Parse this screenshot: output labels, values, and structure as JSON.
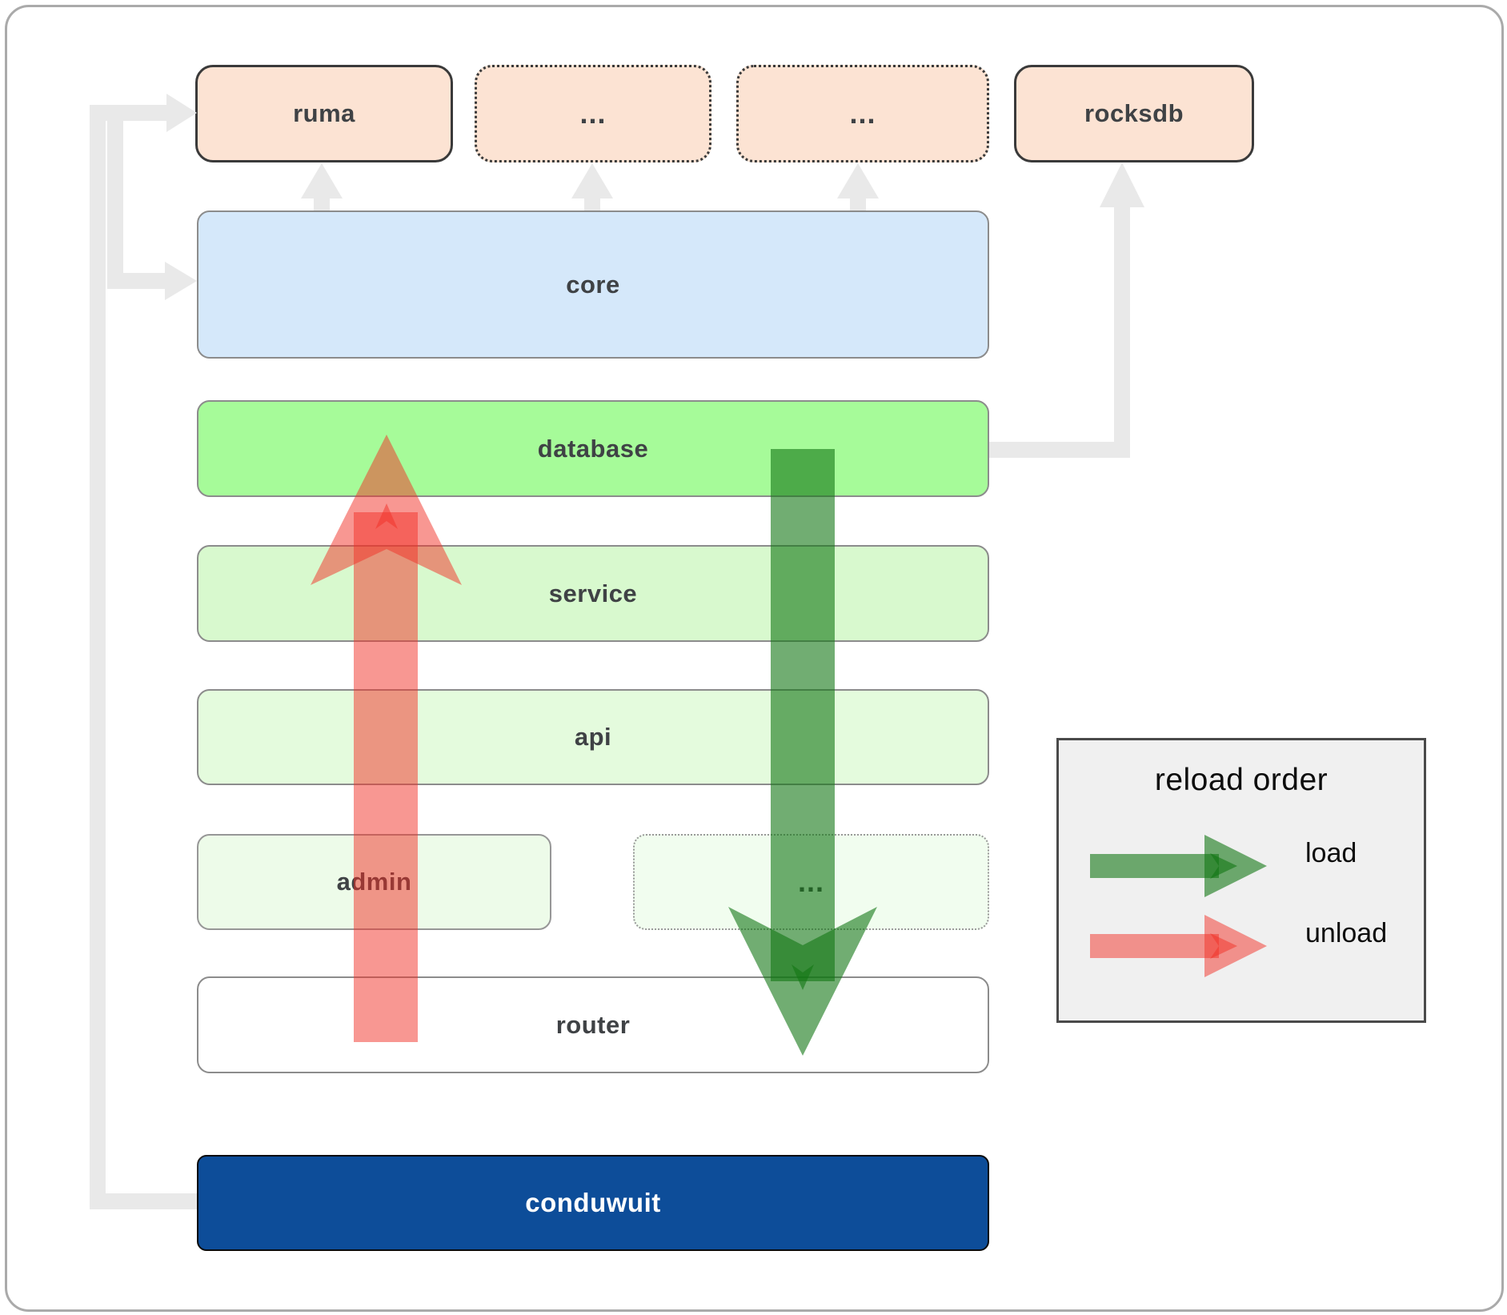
{
  "nodes": {
    "ruma": "ruma",
    "ext_top_1": "...",
    "ext_top_2": "...",
    "rocksdb": "rocksdb",
    "core": "core",
    "database": "database",
    "service": "service",
    "api": "api",
    "admin": "admin",
    "ext_admin": "...",
    "router": "router",
    "app": "conduwuit"
  },
  "legend": {
    "title": "reload order",
    "load_label": "load",
    "unload_label": "unload"
  },
  "colors": {
    "canvas-border": "#aaaaaa",
    "peach": "#fce3d3",
    "node-border-dark": "#3a3a3a",
    "layer-border": "#8c8c8c",
    "core-blue": "#d5e8fa",
    "db-green": "#a6fb99",
    "service-green": "#d8f9ce",
    "api-green": "#e4fbdd",
    "admin-green": "#edfbe9",
    "ext-green": "#f1fdef",
    "router-white": "#ffffff",
    "app-navy": "#0d4d99",
    "label": "#3f4245",
    "connector": "#e9e9e9",
    "arrow-red": "rgba(242,48,38,0.5)",
    "arrow-green": "rgba(18,118,20,0.6)",
    "legend-bg": "#f0f0f0",
    "legend-border": "#4a4a4a",
    "legend-text": "#0d0d0d"
  }
}
